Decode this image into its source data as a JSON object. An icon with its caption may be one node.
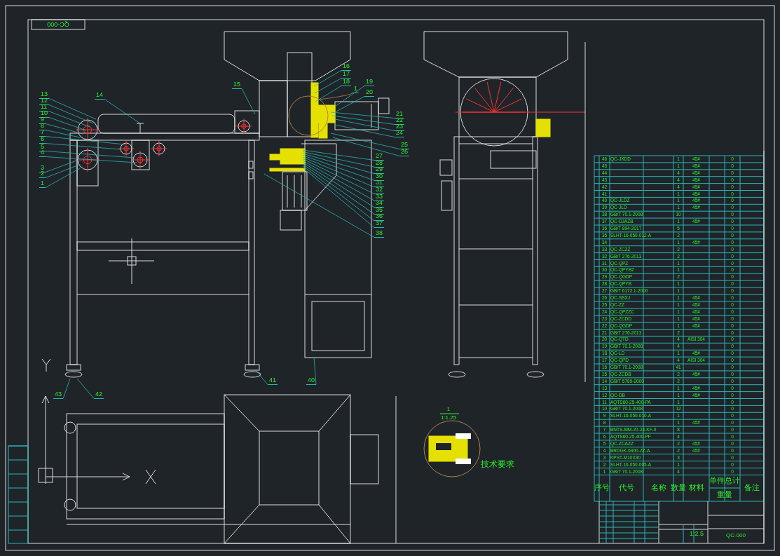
{
  "diagram": {
    "nodes": [
      {
        "text": [
          "13"
        ]
      },
      {
        "text": [
          "12"
        ]
      },
      {
        "text": [
          "11"
        ]
      },
      {
        "text": [
          "10"
        ]
      },
      {
        "text": [
          "9"
        ]
      },
      {
        "text": [
          "8"
        ]
      },
      {
        "text": [
          "7"
        ]
      },
      {
        "text": [
          "6"
        ]
      },
      {
        "text": [
          "5"
        ]
      },
      {
        "text": [
          "4"
        ]
      },
      {
        "text": [
          "3"
        ]
      },
      {
        "text": [
          "2"
        ]
      },
      {
        "text": [
          "1"
        ]
      },
      {
        "text": [
          "14"
        ]
      },
      {
        "text": [
          "15"
        ]
      },
      {
        "text": [
          "16"
        ]
      },
      {
        "text": [
          "17"
        ]
      },
      {
        "text": [
          "18"
        ]
      },
      {
        "text": [
          "1"
        ]
      },
      {
        "text": [
          "19"
        ]
      },
      {
        "text": [
          "20"
        ]
      },
      {
        "text": [
          "21"
        ]
      },
      {
        "text": [
          "22"
        ]
      },
      {
        "text": [
          "23"
        ]
      },
      {
        "text": [
          "24"
        ]
      },
      {
        "text": [
          "25"
        ]
      },
      {
        "text": [
          "26"
        ]
      },
      {
        "text": [
          "27"
        ]
      },
      {
        "text": [
          "28"
        ]
      },
      {
        "text": [
          "29"
        ]
      },
      {
        "text": [
          "30"
        ]
      },
      {
        "text": [
          "31"
        ]
      },
      {
        "text": [
          "32"
        ]
      },
      {
        "text": [
          "33"
        ]
      },
      {
        "text": [
          "34"
        ]
      },
      {
        "text": [
          "35"
        ]
      },
      {
        "text": [
          "36"
        ]
      },
      {
        "text": [
          "37"
        ]
      },
      {
        "text": [
          "38"
        ]
      },
      {
        "text": [
          "43"
        ]
      },
      {
        "text": [
          "42"
        ]
      },
      {
        "text": [
          "41"
        ]
      },
      {
        "text": [
          "40"
        ]
      }
    ],
    "edges": [
      {
        "from": 0,
        "to": null,
        "arrow": "none"
      },
      {
        "from": 1,
        "to": null,
        "arrow": "none"
      },
      {
        "from": 2,
        "to": null,
        "arrow": "none"
      },
      {
        "from": 3,
        "to": null,
        "arrow": "none"
      },
      {
        "from": 4,
        "to": null,
        "arrow": "none"
      },
      {
        "from": 5,
        "to": null,
        "arrow": "none"
      },
      {
        "from": 6,
        "to": null,
        "arrow": "none"
      },
      {
        "from": 7,
        "to": null,
        "arrow": "none"
      },
      {
        "from": 8,
        "to": null,
        "arrow": "none"
      },
      {
        "from": 9,
        "to": null,
        "arrow": "none"
      },
      {
        "from": 10,
        "to": null,
        "arrow": "none"
      },
      {
        "from": 11,
        "to": null,
        "arrow": "none"
      },
      {
        "from": 12,
        "to": null,
        "arrow": "none"
      },
      {
        "from": 13,
        "to": null,
        "arrow": "none"
      },
      {
        "from": 14,
        "to": null,
        "arrow": "none"
      },
      {
        "from": 15,
        "to": null,
        "arrow": "none"
      },
      {
        "from": 16,
        "to": null,
        "arrow": "none"
      },
      {
        "from": 17,
        "to": null,
        "arrow": "none"
      },
      {
        "from": 18,
        "to": null,
        "arrow": "none",
        "color": "#b0804a"
      },
      {
        "from": 19,
        "to": null,
        "arrow": "none"
      },
      {
        "from": 20,
        "to": null,
        "arrow": "none"
      },
      {
        "from": 21,
        "to": null,
        "arrow": "none"
      },
      {
        "from": 22,
        "to": null,
        "arrow": "none"
      },
      {
        "from": 23,
        "to": null,
        "arrow": "none"
      },
      {
        "from": 24,
        "to": null,
        "arrow": "none"
      },
      {
        "from": 25,
        "to": null,
        "arrow": "none"
      },
      {
        "from": 26,
        "to": null,
        "arrow": "none"
      },
      {
        "from": 27,
        "to": null,
        "arrow": "none"
      },
      {
        "from": 28,
        "to": null,
        "arrow": "none"
      },
      {
        "from": 29,
        "to": null,
        "arrow": "none"
      },
      {
        "from": 30,
        "to": null,
        "arrow": "none"
      },
      {
        "from": 31,
        "to": null,
        "arrow": "none"
      },
      {
        "from": 32,
        "to": null,
        "arrow": "none"
      },
      {
        "from": 33,
        "to": null,
        "arrow": "none"
      },
      {
        "from": 34,
        "to": null,
        "arrow": "none"
      },
      {
        "from": 35,
        "to": null,
        "arrow": "none"
      },
      {
        "from": 36,
        "to": null,
        "arrow": "none"
      },
      {
        "from": 37,
        "to": null,
        "arrow": "none"
      },
      {
        "from": 38,
        "to": null,
        "arrow": "none"
      },
      {
        "from": 39,
        "to": null,
        "arrow": "none"
      },
      {
        "from": 40,
        "to": null,
        "arrow": "none"
      },
      {
        "from": 41,
        "to": null,
        "arrow": "none"
      },
      {
        "from": 42,
        "to": null,
        "arrow": "none"
      }
    ],
    "labels": [
      "QC-000",
      "46",
      "QC-JXDD",
      "1",
      "45#",
      "0",
      "45",
      "1",
      "45#",
      "0",
      "44",
      "4",
      "45#",
      "0",
      "43",
      "4",
      "45#",
      "0",
      "42",
      "4",
      "45#",
      "0",
      "41",
      "1",
      "45#",
      "0",
      "40",
      "QC-JLDZ",
      "1",
      "45#",
      "0",
      "39",
      "QC-JLD",
      "1",
      "45#",
      "0",
      "38",
      "GB/T 70.1-2008",
      "10",
      "0",
      "37",
      "QC-DJAZB",
      "1",
      "45#",
      "0",
      "36",
      "GB/T 894-2017",
      "5",
      "0",
      "35",
      "SLHT-16-050-012-A",
      "2",
      "0",
      "34",
      "1",
      "45#",
      "0",
      "33",
      "QC-ZCZZ",
      "2",
      "0",
      "32",
      "GB/T 276-2013",
      "2",
      "0",
      "31",
      "QC-QPZ",
      "1",
      "0",
      "30",
      "QC-QPYB2",
      "1",
      "0",
      "29",
      "QC-QGDP",
      "2",
      "0",
      "28",
      "QC-QPYB",
      "1",
      "0",
      "27",
      "GB/T 6172.1-2000",
      "1",
      "0",
      "26",
      "QC-SSXJ",
      "1",
      "45#",
      "0",
      "25",
      "QC-ZZ",
      "1",
      "45#",
      "0",
      "24",
      "QC-QPZZC",
      "1",
      "45#",
      "0",
      "23",
      "QC-ZCDD",
      "1",
      "45#",
      "0",
      "22",
      "QC-QGDP",
      "1",
      "45#",
      "0",
      "21",
      "GB/T 276-2013",
      "2",
      "0",
      "20",
      "QC-QTD",
      "4",
      "AISI 304",
      "0",
      "19",
      "GB/T 70.1-2008",
      "4",
      "0",
      "18",
      "QC-LD",
      "1",
      "45#",
      "0",
      "17",
      "QC-QPD",
      "4",
      "AISI 304",
      "0",
      "16",
      "GB/T 70.1-2008",
      "41",
      "0",
      "15",
      "QC-ZCDB",
      "2",
      "45#",
      "0",
      "14",
      "GB/T 5789-2000",
      "2",
      "0",
      "13",
      "1",
      "45#",
      "0",
      "12",
      "QC-DB",
      "1",
      "45#",
      "0",
      "11",
      "AQTS60-25-400-PA",
      "1",
      "0",
      "10",
      "GB/T 70.1-2008",
      "12",
      "0",
      "9",
      "SLHT-16-050-010-A",
      "1",
      "0",
      "8",
      "1",
      "45#",
      "0",
      "7",
      "BNTS-MM-20-24-KF-0",
      "8",
      "0",
      "6",
      "AQTS60-25-400-PF",
      "4",
      "0",
      "5",
      "QC-ZCAZZ",
      "2",
      "45#",
      "0",
      "4",
      "BRDGK-6900-ZZ-A",
      "2",
      "45#",
      "0",
      "3",
      "KPST-M10X30",
      "3",
      "0",
      "2",
      "SLHT-16-050-005-A",
      "1",
      "0",
      "1",
      "GB/T 70.1-2008",
      "4",
      "0",
      "序号",
      "代号",
      "名称",
      "数量",
      "材料",
      "单件",
      "总计",
      "重量",
      "备注",
      "技术要求",
      "1",
      "1:1.25",
      "1:2.5",
      "QC-000"
    ]
  }
}
